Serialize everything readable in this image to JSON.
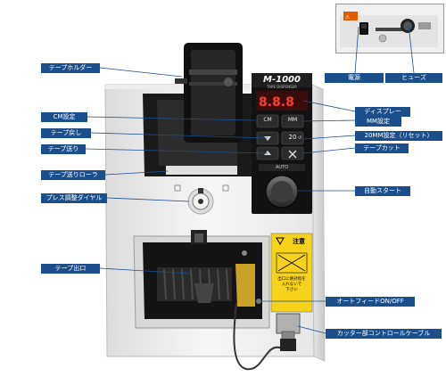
{
  "brand": "M-1000",
  "model_text": "TAPE DISPENSER",
  "panel": {
    "cm_key": "CM",
    "mm_key": "MM",
    "key_20": "20",
    "auto": "AUTO",
    "reset_mark": "↺"
  },
  "warning": {
    "title": "注意",
    "lines": [
      "出口に絶対指を",
      "入れないで",
      "下さい"
    ]
  },
  "callouts": {
    "tape_holder": "テープホルダー",
    "cm_setting": "CM設定",
    "tape_back": "テープ戻し",
    "tape_feed": "テープ送り",
    "feed_roller": "テープ送りローラ",
    "press_dial": "プレス調整ダイヤル",
    "tape_exit": "テープ出口",
    "display": "ディスプレー",
    "mm_setting": "MM設定",
    "mm20_setting": "20MM設定（リセット）",
    "tape_cut": "テープカット",
    "auto_start": "自動スタート",
    "auto_feed": "オートフィードON/OFF",
    "cutter_cable": "カッター部コントロールケーブル",
    "power": "電源",
    "fuse": "ヒューズ"
  }
}
